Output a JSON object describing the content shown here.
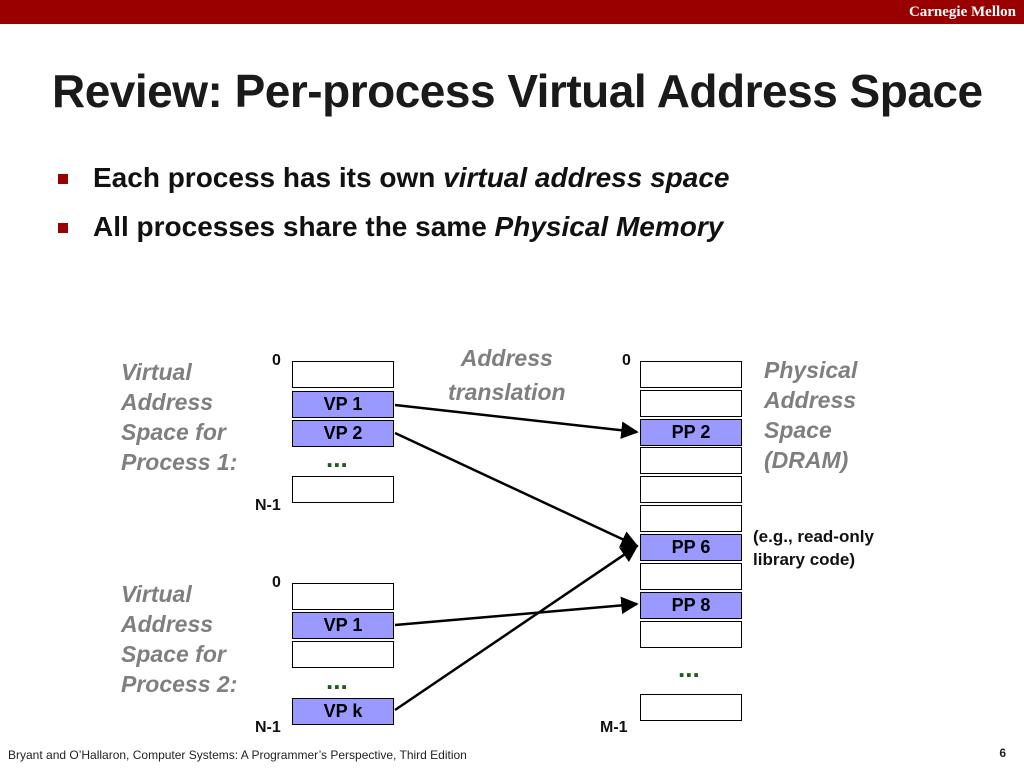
{
  "header": {
    "brand": "Carnegie Mellon"
  },
  "title": "Review: Per-process Virtual Address Space",
  "bullets": [
    {
      "text": "Each process has its own ",
      "emph": "virtual address space"
    },
    {
      "text": "All processes share the same ",
      "emph": "Physical Memory"
    }
  ],
  "diagram": {
    "vas1_label": [
      "Virtual",
      "Address",
      "Space for",
      "Process 1:"
    ],
    "vas2_label": [
      "Virtual",
      "Address",
      "Space for",
      "Process 2:"
    ],
    "phys_label": [
      "Physical",
      "Address",
      "Space",
      "(DRAM)"
    ],
    "translation_label": [
      "Address",
      "translation"
    ],
    "p1": {
      "top": "0",
      "bottom": "N-1",
      "vp1": "VP 1",
      "vp2": "VP 2",
      "dots": "..."
    },
    "p2": {
      "top": "0",
      "bottom": "N-1",
      "vp1": "VP 1",
      "vpk": "VP k",
      "dots": "..."
    },
    "phys": {
      "top": "0",
      "bottom": "M-1",
      "pp2": "PP 2",
      "pp6": "PP 6",
      "pp8": "PP 8",
      "dots": "..."
    },
    "note": [
      "(e.g., read-only",
      "library code)"
    ]
  },
  "footer": "Bryant and O’Hallaron, Computer Systems: A Programmer’s Perspective, Third Edition",
  "page_number": "6",
  "colors": {
    "brand_bar": "#990000",
    "page_box": "#9999ff",
    "label_gray": "#7f7f7f",
    "dots_green": "#1e5a1e"
  }
}
